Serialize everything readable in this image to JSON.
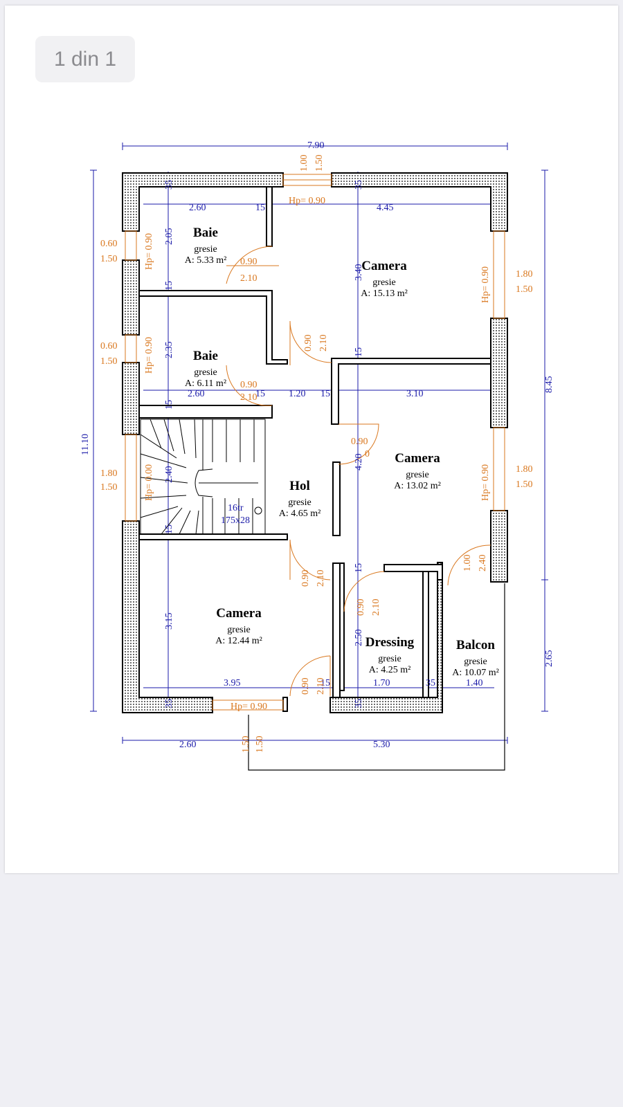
{
  "viewer": {
    "page_indicator": "1 din 1"
  },
  "rooms": [
    {
      "name": "Baie",
      "floor": "gresie",
      "area": "A: 5.33 m²"
    },
    {
      "name": "Baie",
      "floor": "gresie",
      "area": "A: 6.11 m²"
    },
    {
      "name": "Camera",
      "floor": "gresie",
      "area": "A: 15.13 m²"
    },
    {
      "name": "Camera",
      "floor": "gresie",
      "area": "A: 13.02 m²"
    },
    {
      "name": "Hol",
      "floor": "gresie",
      "area": "A: 4.65 m²"
    },
    {
      "name": "Camera",
      "floor": "gresie",
      "area": "A: 12.44 m²"
    },
    {
      "name": "Dressing",
      "floor": "gresie",
      "area": "A: 4.25 m²"
    },
    {
      "name": "Balcon",
      "floor": "gresie",
      "area": "A: 10.07 m²"
    }
  ],
  "stairs": {
    "steps": "16tr",
    "size": "175x28"
  },
  "dimensions": {
    "overall_width": "7.90",
    "overall_height": "11.10",
    "right_upper": "8.45",
    "right_lower": "2.65",
    "bottom_left": "2.60",
    "bottom_right": "5.30",
    "top_row": [
      "2.60",
      "15",
      "4.45"
    ],
    "mid_row": [
      "2.60",
      "15",
      "1.20",
      "15",
      "3.10"
    ],
    "bottom_row": [
      "3.95",
      "15",
      "1.70",
      "35",
      "1.40"
    ],
    "left_col": [
      "35",
      "2.05",
      "15",
      "2.35",
      "15",
      "2.40",
      "15",
      "3.15",
      "35"
    ],
    "center_col": [
      "35",
      "3.40",
      "15",
      "4.20",
      "15",
      "2.50",
      "35"
    ]
  },
  "openings": {
    "top_window_h": "1.00",
    "top_window_w": "1.50",
    "top_window_hp": "Hp= 0.90",
    "left_windows": [
      {
        "top": "0.60",
        "bottom": "1.50",
        "hp": "Hp= 0.90"
      },
      {
        "top": "0.60",
        "bottom": "1.50",
        "hp": "Hp= 0.90"
      },
      {
        "top": "1.80",
        "bottom": "1.50",
        "hp": "Hp= 0.00"
      }
    ],
    "right_windows": [
      {
        "top": "1.80",
        "bottom": "1.50",
        "hp": "Hp= 0.90"
      },
      {
        "top": "1.80",
        "bottom": "1.50",
        "hp": "Hp= 0.90"
      }
    ],
    "balcony_door": {
      "w": "1.00",
      "h": "2.40"
    },
    "bottom_door_hp": "Hp= 0.90",
    "bottom_door_dims": [
      "1.50",
      "1.50"
    ],
    "door_090": "0.90",
    "door_210": "2.10",
    "door_width_0": "0",
    "door_210_cut": "2.10",
    "door_210_part": "2.10"
  },
  "colors": {
    "wall": "#000000",
    "dimension": "#1a1aa8",
    "opening": "#d9771e",
    "page": "#ffffff",
    "background": "#efeff4"
  }
}
